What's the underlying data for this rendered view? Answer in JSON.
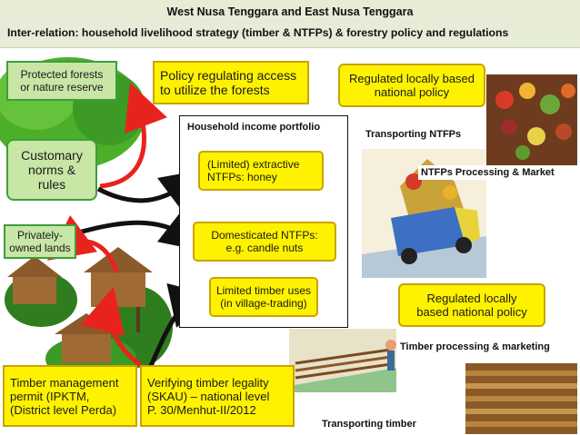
{
  "title": "West Nusa Tenggara and East Nusa Tenggara",
  "subtitle": "Inter-relation: household livelihood strategy (timber & NTFPs) & forestry policy and regulations",
  "left": {
    "protected_forests": [
      "Protected forests",
      "or nature reserve"
    ],
    "customary_norms": [
      "Customary",
      "norms &",
      "rules"
    ],
    "privately_owned": [
      "Privately-",
      "owned lands"
    ],
    "timber_permit": [
      "Timber management",
      "permit (IPKTM,",
      "(District level Perda)"
    ]
  },
  "policy_access": [
    "Policy regulating access",
    "to utilize the forests"
  ],
  "verifying_timber": [
    "Verifying timber legality",
    "(SKAU) – national level",
    "P. 30/Menhut-II/2012"
  ],
  "portfolio": {
    "label": "Household income portfolio",
    "items": [
      [
        "(Limited) extractive",
        "NTFPs: honey"
      ],
      [
        "Domesticated NTFPs:",
        "e.g. candle nuts"
      ],
      [
        "Limited timber uses",
        "(in village-trading)"
      ]
    ]
  },
  "right": {
    "regulated_top": [
      "Regulated locally based",
      "national policy"
    ],
    "transporting_ntfps": "Transporting NTFPs",
    "ntfps_processing": "NTFPs Processing & Market",
    "regulated_bottom": [
      "Regulated locally",
      "based national policy"
    ],
    "timber_processing": "Timber processing & marketing",
    "transporting_timber": "Transporting timber"
  },
  "colors": {
    "green_fill": "#c8e6a6",
    "green_border": "#3e9e3a",
    "yellow_fill": "#fff200",
    "red_arrow": "#e8231e",
    "black_arrow": "#111111",
    "header_bg": "#e6ecd6"
  }
}
